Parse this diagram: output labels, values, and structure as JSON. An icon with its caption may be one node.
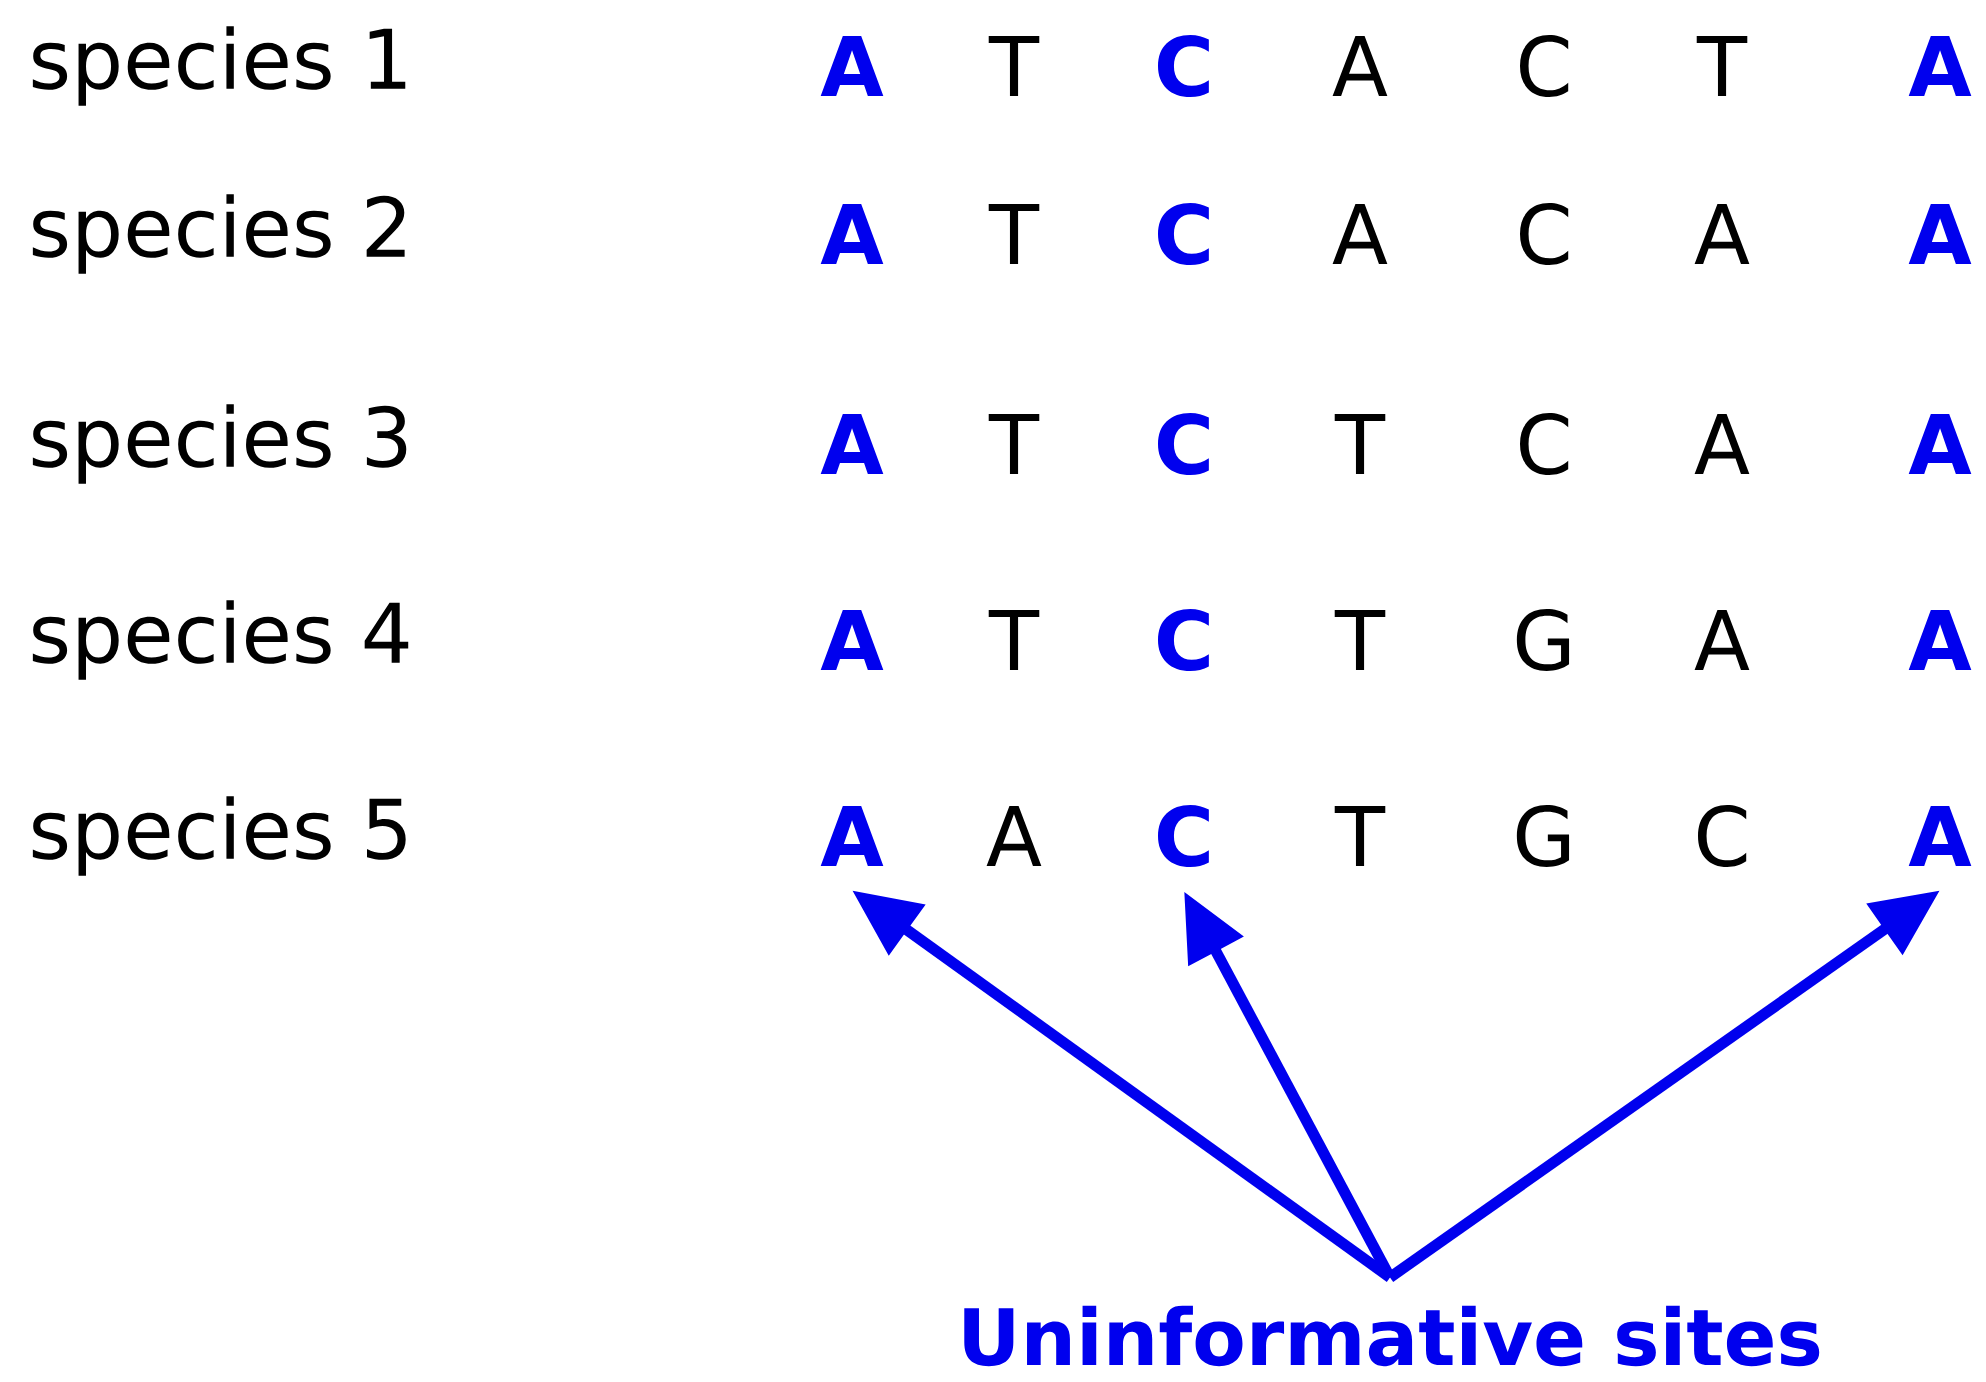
{
  "diagram": {
    "nodes": [
      {
        "text": [
          "A"
        ]
      },
      {
        "text": [
          "C"
        ]
      },
      {
        "text": [
          "A"
        ]
      },
      {
        "text": [
          "Uninformative sites"
        ]
      }
    ],
    "edges": [
      {
        "from": 3,
        "to": 0,
        "arrow": "to"
      },
      {
        "from": 3,
        "to": 1,
        "arrow": "to"
      },
      {
        "from": 3,
        "to": 2,
        "arrow": "to"
      }
    ],
    "labels": [
      "species 1",
      "A",
      "T",
      "C",
      "A",
      "C",
      "T",
      "A",
      "species 2",
      "A",
      "T",
      "C",
      "A",
      "C",
      "A",
      "A",
      "species 3",
      "A",
      "T",
      "C",
      "T",
      "C",
      "A",
      "A",
      "species 4",
      "A",
      "T",
      "C",
      "T",
      "G",
      "A",
      "A",
      "species 5",
      "A",
      "T",
      "G",
      "C"
    ]
  }
}
